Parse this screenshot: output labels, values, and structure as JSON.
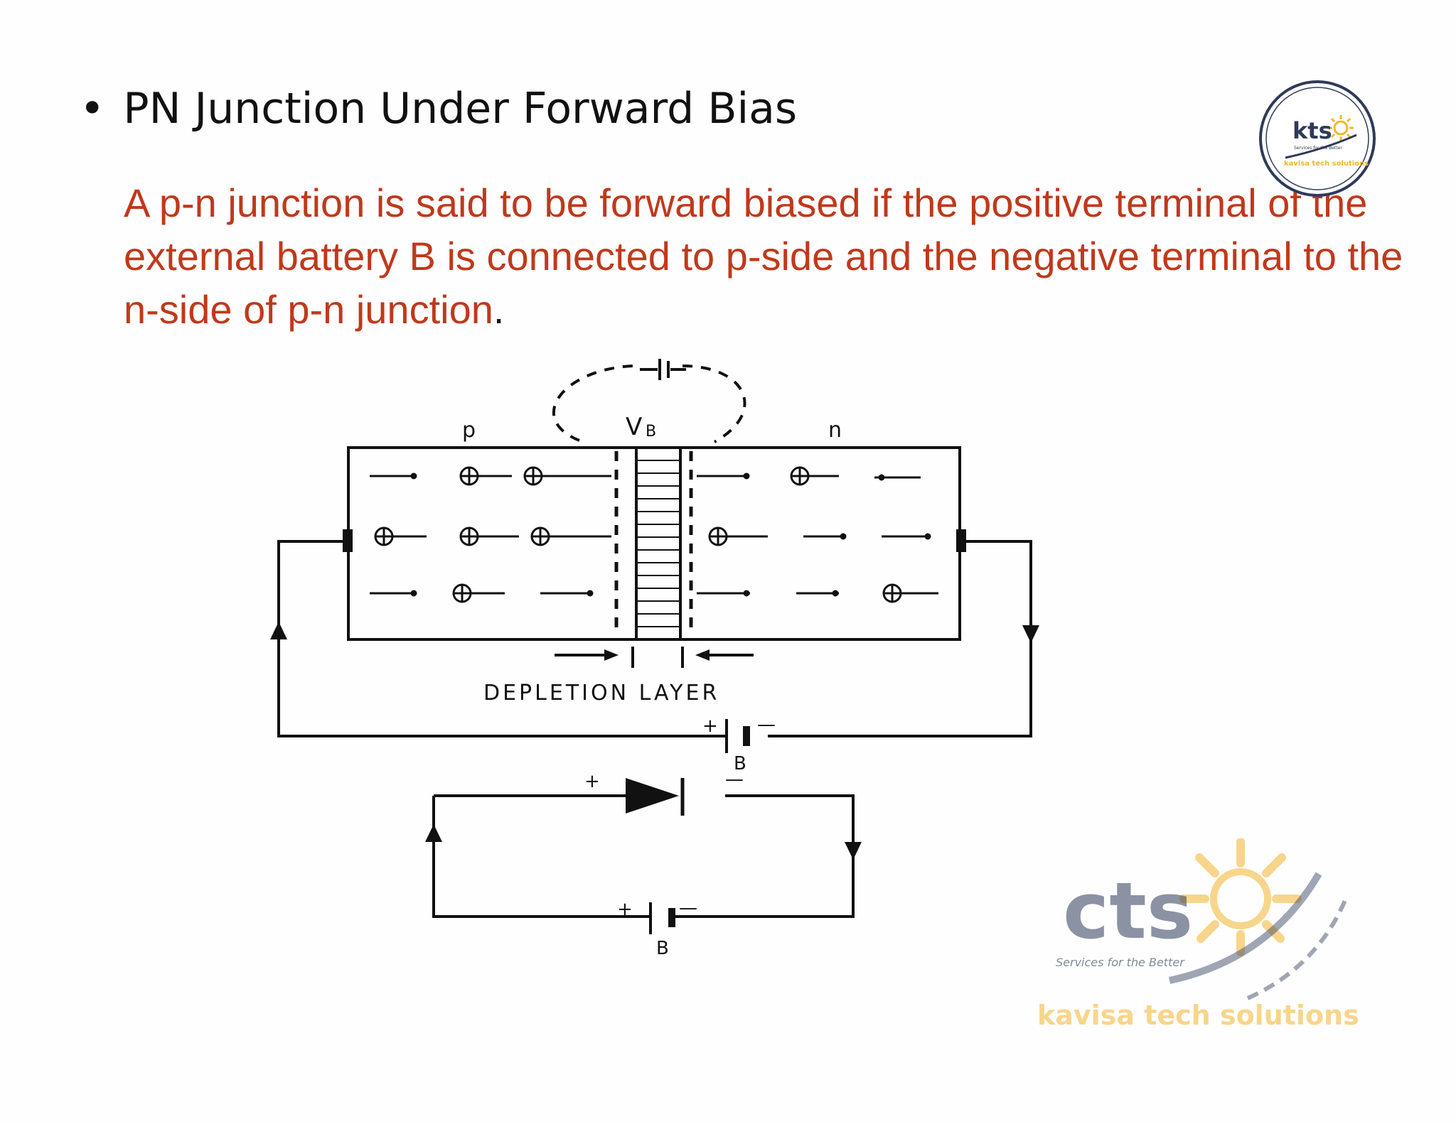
{
  "slide": {
    "bullet": "•",
    "title": "PN Junction Under Forward Bias",
    "paragraph": "A p-n junction is said to be forward biased if the positive terminal of the external battery B is connected to p-side and the negative terminal to the n-side of p-n junction",
    "paragraph_end": "."
  },
  "diagram": {
    "p_label": "p",
    "n_label": "n",
    "vb_label": "V",
    "vb_sub": "B",
    "depletion_label": "DEPLETION LAYER",
    "battery_plus": "+",
    "battery_minus": "—",
    "battery_label": "B",
    "diode_plus": "+",
    "diode_minus": "—",
    "battery2_plus": "+",
    "battery2_minus": "—",
    "battery2_label": "B"
  },
  "logos": {
    "corner_text": "kts",
    "corner_tagline": "Services for the Better",
    "corner_name": "kavisa tech solutions",
    "watermark_text": "cts",
    "watermark_tagline": "Services for the Better",
    "watermark_name": "kavisa tech solutions",
    "accent": "#f2b52e",
    "navy": "#2f3a5a"
  }
}
